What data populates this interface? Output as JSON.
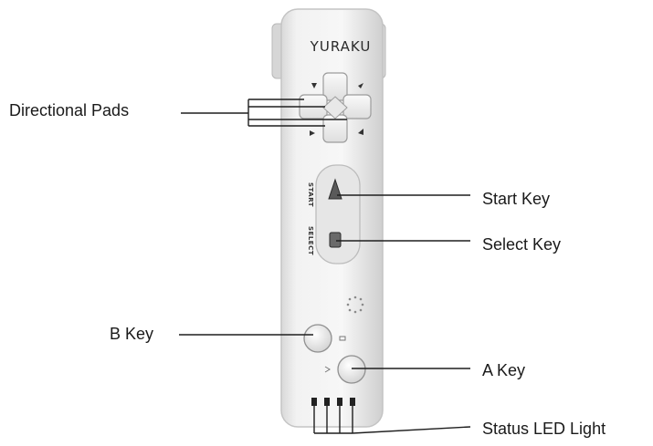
{
  "brand": "YURAKU",
  "device_labels": {
    "start": "START",
    "select": "SELECT"
  },
  "callouts": {
    "directional_pads": "Directional Pads",
    "start_key": "Start Key",
    "select_key": "Select Key",
    "b_key": "B Key",
    "a_key": "A Key",
    "status_led": "Status LED Light"
  },
  "colors": {
    "body": "#ececec",
    "body_edge": "#c8c8c8",
    "line": "#1f1f1f",
    "led": "#222222"
  }
}
